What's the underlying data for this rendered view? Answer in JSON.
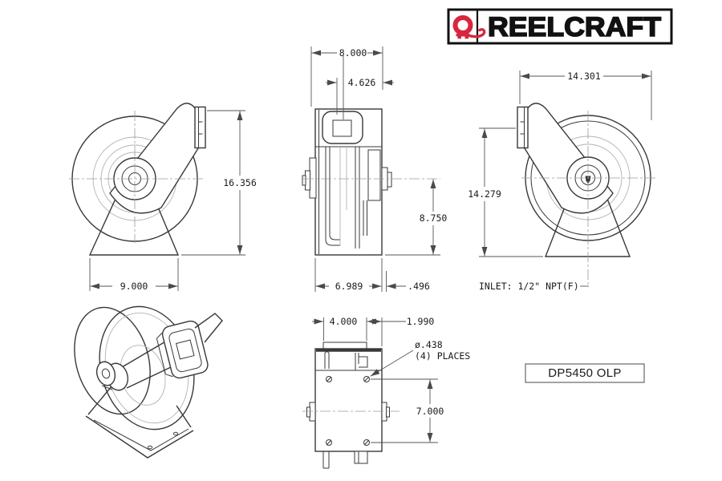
{
  "brand": {
    "logo_text": "REELCRAFT"
  },
  "part_number": "DP5450 OLP",
  "dims": {
    "front_height": "16.356",
    "front_base_width": "9.000",
    "side_overall_width": "8.000",
    "side_guide_offset": "4.626",
    "side_depth": "8.750",
    "side_body_width": "6.989",
    "side_edge_offset": ".496",
    "rear_overall_width": "14.301",
    "rear_height": "14.279",
    "bottom_slot_width": "4.000",
    "bottom_edge_offset": "1.990",
    "bottom_hole_pitch": "7.000"
  },
  "notes": {
    "inlet": "INLET: 1/2\" NPT(F)",
    "hole_dia": "ø.438",
    "hole_places": "(4) PLACES"
  },
  "colors": {
    "accent_red": "#d7263d",
    "line_dark": "#383838",
    "dim_line": "#555555"
  }
}
